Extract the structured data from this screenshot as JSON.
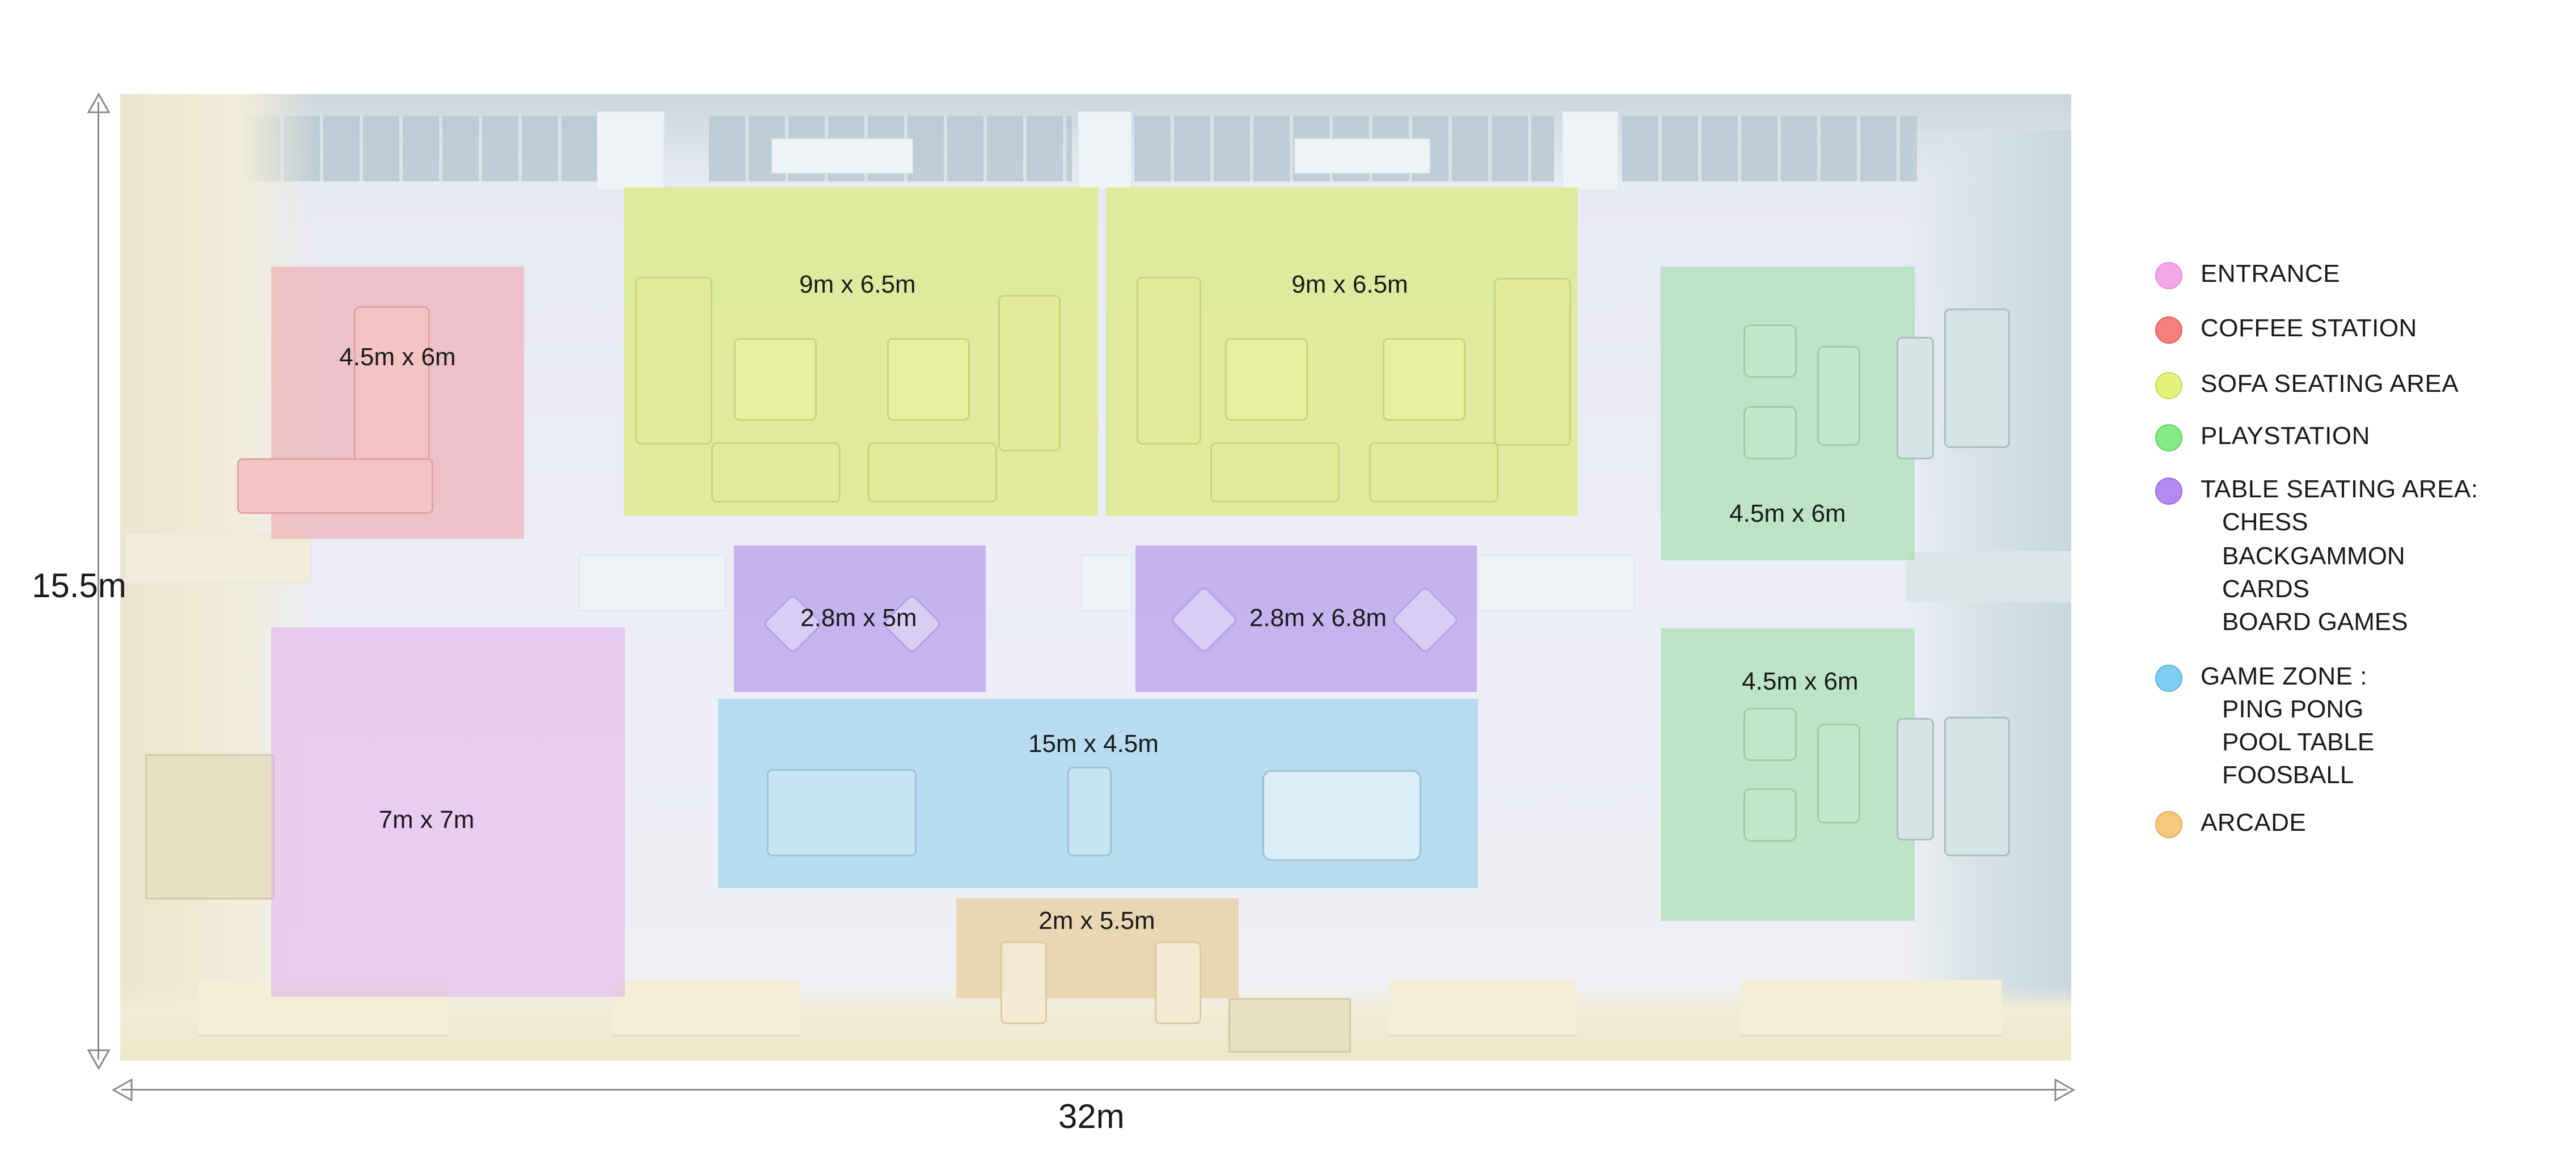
{
  "dimensions": {
    "height_label": "15.5m",
    "width_label": "32m"
  },
  "zones": [
    {
      "id": "coffee-station",
      "label": "4.5m x 6m",
      "color": "#f2a7a7"
    },
    {
      "id": "sofa-area-left",
      "label": "9m x 6.5m",
      "color": "#dfe987"
    },
    {
      "id": "sofa-area-right",
      "label": "9m x 6.5m",
      "color": "#dfe987"
    },
    {
      "id": "playstation-top",
      "label": "4.5m x 6m",
      "color": "#b6e3b9"
    },
    {
      "id": "playstation-bottom",
      "label": "4.5m x 6m",
      "color": "#b6e3b9"
    },
    {
      "id": "table-seating-left",
      "label": "2.8m x 5m",
      "color": "#c6b0ee"
    },
    {
      "id": "table-seating-right",
      "label": "2.8m x 6.8m",
      "color": "#c6b0ee"
    },
    {
      "id": "entrance",
      "label": "7m x 7m",
      "color": "#e8c3ee"
    },
    {
      "id": "game-zone",
      "label": "15m x 4.5m",
      "color": "#b7dcf1"
    },
    {
      "id": "arcade",
      "label": "2m x 5.5m",
      "color": "#e9d3ab"
    }
  ],
  "legend": [
    {
      "label": "ENTRANCE",
      "color": "#f6a6e8",
      "sub": []
    },
    {
      "label": "COFFEE STATION",
      "color": "#f57f7a",
      "sub": []
    },
    {
      "label": "SOFA SEATING AREA",
      "color": "#e3f27a",
      "sub": []
    },
    {
      "label": "PLAYSTATION",
      "color": "#86ea86",
      "sub": []
    },
    {
      "label": "TABLE SEATING AREA:",
      "color": "#b48af2",
      "sub": [
        "CHESS",
        "BACKGAMMON",
        "CARDS",
        "BOARD GAMES"
      ]
    },
    {
      "label": "GAME ZONE :",
      "color": "#7ccdf1",
      "sub": [
        "PING PONG",
        "POOL TABLE",
        "FOOSBALL"
      ]
    },
    {
      "label": "ARCADE",
      "color": "#f7c77d",
      "sub": []
    }
  ]
}
